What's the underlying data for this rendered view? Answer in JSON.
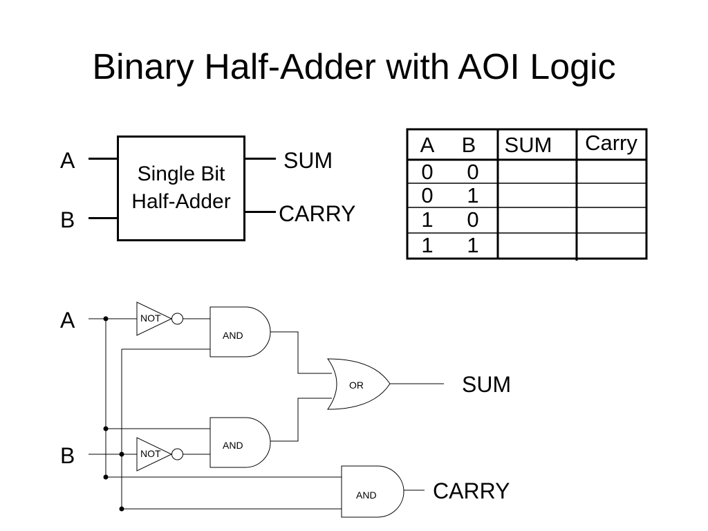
{
  "title": "Binary Half-Adder with AOI Logic",
  "block": {
    "input_a": "A",
    "input_b": "B",
    "line1": "Single Bit",
    "line2": "Half-Adder",
    "out_sum": "SUM",
    "out_carry": "CARRY"
  },
  "truth_table": {
    "headers": [
      "A",
      "B",
      "SUM",
      "Carry"
    ],
    "rows": [
      {
        "a": "0",
        "b": "0",
        "sum": "",
        "carry": ""
      },
      {
        "a": "0",
        "b": "1",
        "sum": "",
        "carry": ""
      },
      {
        "a": "1",
        "b": "0",
        "sum": "",
        "carry": ""
      },
      {
        "a": "1",
        "b": "1",
        "sum": "",
        "carry": ""
      }
    ]
  },
  "circuit": {
    "input_a": "A",
    "input_b": "B",
    "gates": {
      "not_top": "NOT",
      "not_bottom": "NOT",
      "and_top": "AND",
      "and_middle": "AND",
      "and_carry": "AND",
      "or_sum": "OR"
    },
    "out_sum": "SUM",
    "out_carry": "CARRY"
  }
}
